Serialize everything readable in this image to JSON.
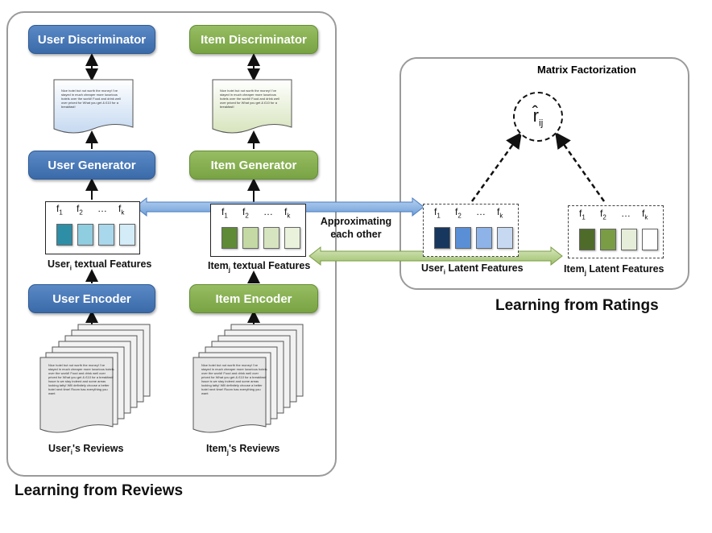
{
  "reviews_panel": {
    "title": "Learning from Reviews",
    "user": {
      "discriminator": "User Discriminator",
      "generator": "User Generator",
      "encoder": "User Encoder",
      "features_caption": "User",
      "features_caption_sub": "i",
      "features_caption_rest": " textual Features",
      "reviews_caption": "User",
      "reviews_caption_sub": "i",
      "reviews_caption_rest": "'s Reviews",
      "generated_review": "Nice hotel but not worth the money! I've stayed in much cheaper more luxurious hotels over the world! Food and drink well over priced for What you get & £10 for a breakfast!",
      "review_text": "Nice hotel but not worth the money! I've stayed in much cheaper more luxurious hotels over the world! Food and drink well over priced for What you get & £10 for a breakfast! Issue is we stay indeed and some areas looking tatty! Will definitely choose a better hotel next time! Room has everything you want",
      "feature_colors": [
        "#2e8ea6",
        "#8fcde0",
        "#a9d8ec",
        "#d3ecf7"
      ]
    },
    "item": {
      "discriminator": "Item Discriminator",
      "generator": "Item Generator",
      "encoder": "Item Encoder",
      "features_caption": "Item",
      "features_caption_sub": "j",
      "features_caption_rest": " textual Features",
      "reviews_caption": "Item",
      "reviews_caption_sub": "j",
      "reviews_caption_rest": "'s Reviews",
      "generated_review": "Nice hotel but not worth the money! I've stayed in much cheaper more luxurious hotels over the world! Food and drink well over priced for What you get & £10 for a breakfast!",
      "review_text": "Nice hotel but not worth the money! I've stayed in much cheaper more luxurious hotels over the world! Food and drink well over priced for What you get & £10 for a breakfast! Issue is we stay indeed and some areas looking tatty! Will definitely choose a better hotel next time! Room has everything you want",
      "feature_colors": [
        "#5f8a36",
        "#c4d9a4",
        "#d6e5c0",
        "#eaf2dc"
      ]
    }
  },
  "ratings_panel": {
    "title": "Learning from Ratings",
    "mf_title": "Matrix Factorization",
    "rating_symbol": "r̂",
    "rating_sub": "ij",
    "user_latent": {
      "caption": "User",
      "caption_sub": "i",
      "caption_rest": " Latent Features",
      "feature_colors": [
        "#17375e",
        "#5a8fd6",
        "#8db3e8",
        "#c6d9f1"
      ]
    },
    "item_latent": {
      "caption": "Item",
      "caption_sub": "j",
      "caption_rest": " Latent Features",
      "feature_colors": [
        "#4f6b2a",
        "#7a9c45",
        "#e6edd8",
        "#ffffff"
      ]
    }
  },
  "feature_labels": [
    "f",
    "f",
    "…",
    "f"
  ],
  "feature_subs": [
    "1",
    "2",
    "",
    "k"
  ],
  "approx_label": "Approximating\neach other"
}
